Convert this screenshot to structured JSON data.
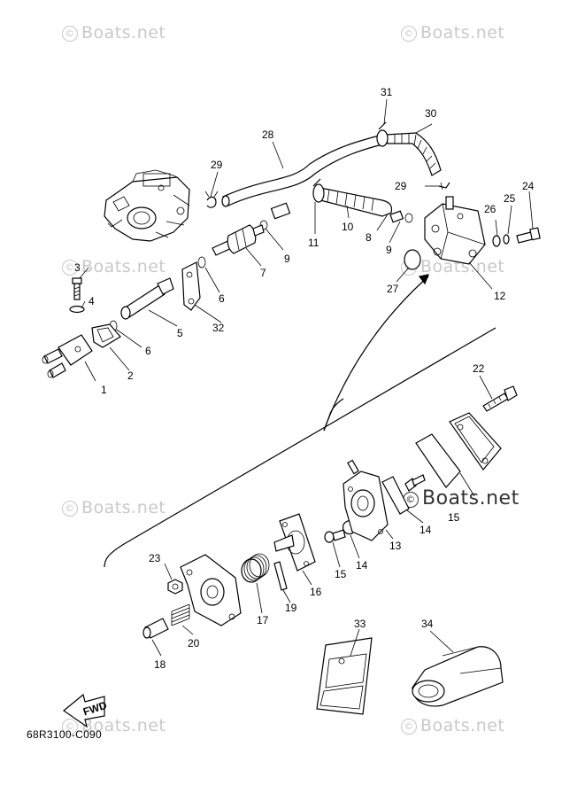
{
  "watermark": {
    "text": "Boats.net",
    "symbol": "©",
    "color": "#c9c9c9"
  },
  "diagram_code": "68R3100-C090",
  "fwd_label": "FWD",
  "callouts": [
    {
      "id": "c1",
      "label": "1"
    },
    {
      "id": "c2",
      "label": "2"
    },
    {
      "id": "c3",
      "label": "3"
    },
    {
      "id": "c4",
      "label": "4"
    },
    {
      "id": "c5",
      "label": "5"
    },
    {
      "id": "c6a",
      "label": "6"
    },
    {
      "id": "c6b",
      "label": "6"
    },
    {
      "id": "c7",
      "label": "7"
    },
    {
      "id": "c8",
      "label": "8"
    },
    {
      "id": "c9a",
      "label": "9"
    },
    {
      "id": "c9b",
      "label": "9"
    },
    {
      "id": "c10",
      "label": "10"
    },
    {
      "id": "c11",
      "label": "11"
    },
    {
      "id": "c12",
      "label": "12"
    },
    {
      "id": "c13",
      "label": "13"
    },
    {
      "id": "c14a",
      "label": "14"
    },
    {
      "id": "c14b",
      "label": "14"
    },
    {
      "id": "c15a",
      "label": "15"
    },
    {
      "id": "c15b",
      "label": "15"
    },
    {
      "id": "c16",
      "label": "16"
    },
    {
      "id": "c17",
      "label": "17"
    },
    {
      "id": "c18",
      "label": "18"
    },
    {
      "id": "c19",
      "label": "19"
    },
    {
      "id": "c20",
      "label": "20"
    },
    {
      "id": "c22",
      "label": "22"
    },
    {
      "id": "c23",
      "label": "23"
    },
    {
      "id": "c24",
      "label": "24"
    },
    {
      "id": "c25",
      "label": "25"
    },
    {
      "id": "c26",
      "label": "26"
    },
    {
      "id": "c27",
      "label": "27"
    },
    {
      "id": "c28",
      "label": "28"
    },
    {
      "id": "c29a",
      "label": "29"
    },
    {
      "id": "c29b",
      "label": "29"
    },
    {
      "id": "c30",
      "label": "30"
    },
    {
      "id": "c31",
      "label": "31"
    },
    {
      "id": "c32",
      "label": "32"
    },
    {
      "id": "c33",
      "label": "33"
    },
    {
      "id": "c34",
      "label": "34"
    }
  ]
}
